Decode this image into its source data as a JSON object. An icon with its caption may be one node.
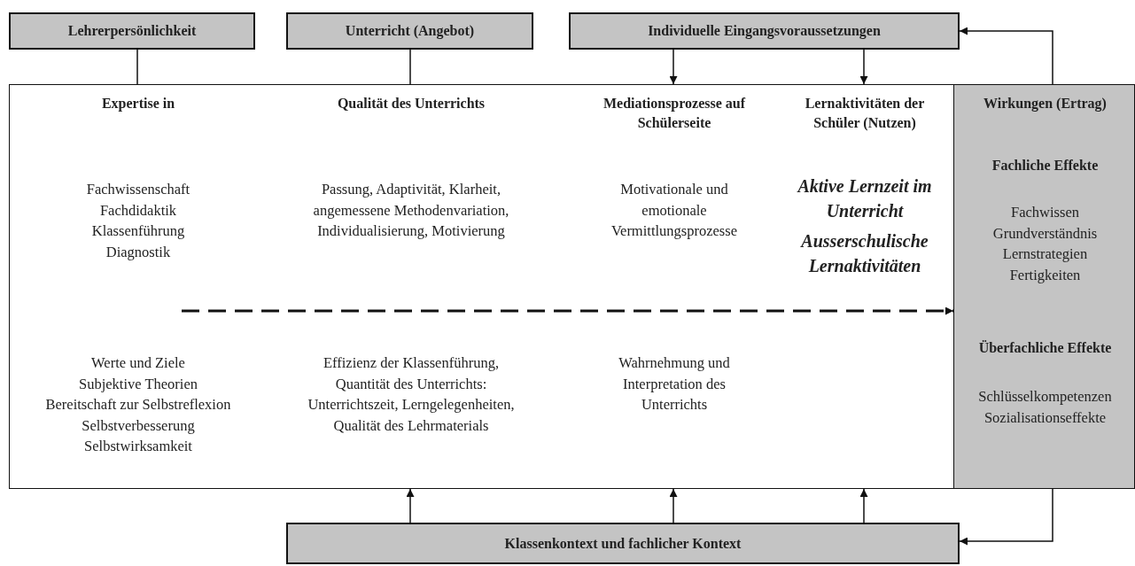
{
  "diagram": {
    "nodes": [
      {
        "text": [
          "Lehrerpersönlichkeit"
        ]
      },
      {
        "text": [
          "Unterricht (Angebot)"
        ]
      },
      {
        "text": [
          "Individuelle Eingangsvoraussetzungen"
        ]
      },
      {
        "text": [
          "Expertise in",
          "Fachwissenschaft",
          "Fachdidaktik",
          "Klassenführung",
          "Diagnostik",
          "Werte und Ziele",
          "Subjektive Theorien",
          "Bereitschaft zur Selbstreflexion",
          "Selbstverbesserung",
          "Selbstwirksamkeit",
          "Qualität des Unterrichts",
          "Passung, Adaptivität, Klarheit, angemessene Methodenvariation, Individualisierung, Motivierung",
          "Effizienz der Klassenführung, Quantität des Unterrichts: Unterrichtszeit, Lerngelegenheiten, Qualität des Lehrmaterials",
          "Mediationsprozesse auf Schülerseite",
          "Motivationale und emotionale Vermittlungsprozesse",
          "Wahrnehmung und Interpretation des Unterrichts",
          "Lernaktivitäten der Schüler (Nutzen)",
          "Aktive Lernzeit im Unterricht",
          "Ausserschulische Lernaktivitäten"
        ]
      },
      {
        "text": [
          "Wirkungen (Ertrag)",
          "Fachliche Effekte",
          "Fachwissen",
          "Grundverständnis",
          "Lernstrategien",
          "Fertigkeiten",
          "Überfachliche Effekte",
          "Schlüsselkompetenzen",
          "Sozialisationseffekte"
        ]
      },
      {
        "text": [
          "**Klassenkontext** und **fachlicher Kontext**"
        ]
      }
    ],
    "edges": [
      {
        "from": 0,
        "to": 3,
        "arrow": "none"
      },
      {
        "from": 1,
        "to": 3,
        "arrow": "none"
      },
      {
        "from": 2,
        "to": 3,
        "arrow": "to"
      },
      {
        "from": 2,
        "to": 3,
        "arrow": "to"
      },
      {
        "from": 4,
        "to": 2,
        "arrow": "to"
      },
      {
        "from": 3,
        "to": 4,
        "arrow": "to",
        "style": "dashed"
      },
      {
        "from": 5,
        "to": 3,
        "arrow": "to"
      },
      {
        "from": 5,
        "to": 3,
        "arrow": "to"
      },
      {
        "from": 5,
        "to": 3,
        "arrow": "to"
      },
      {
        "from": 4,
        "to": 5,
        "arrow": "to"
      }
    ]
  }
}
